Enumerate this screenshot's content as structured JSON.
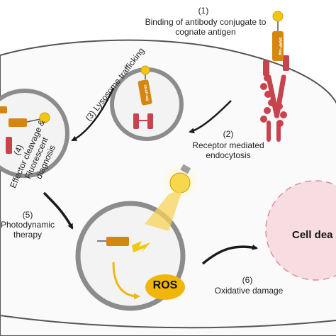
{
  "steps": {
    "s1": {
      "num": "(1)",
      "line1": "Binding of antibody conjugate to",
      "line2": "cognate antigen"
    },
    "s2": {
      "num": "(2)",
      "line1": "Receptor mediated",
      "line2": "endocytosis"
    },
    "s3": {
      "num": "(3)",
      "line1": "Lysosome trafficking"
    },
    "s4": {
      "num": "(4)",
      "line1": "Effector cleavage &",
      "line2": "Fluorescent",
      "line3": "diagnosis"
    },
    "s5": {
      "num": "(5)",
      "line1": "Photodynamic",
      "line2": "therapy"
    },
    "s6": {
      "num": "(6)",
      "line1": "Oxidative damage"
    }
  },
  "labels": {
    "ros": "ROS",
    "cell_death": "Cell dea",
    "snap_tag": "SNAP-tag"
  },
  "colors": {
    "membrane": "#555555",
    "vesicle": "#8c8c8c",
    "antibody": "#c9434d",
    "conjugate": "#d4860f",
    "fluorophore": "#f2c612",
    "ros_fill": "#f0b70a",
    "cell_death_fill": "#f7dde2",
    "cell_death_border": "#e18c9b"
  }
}
